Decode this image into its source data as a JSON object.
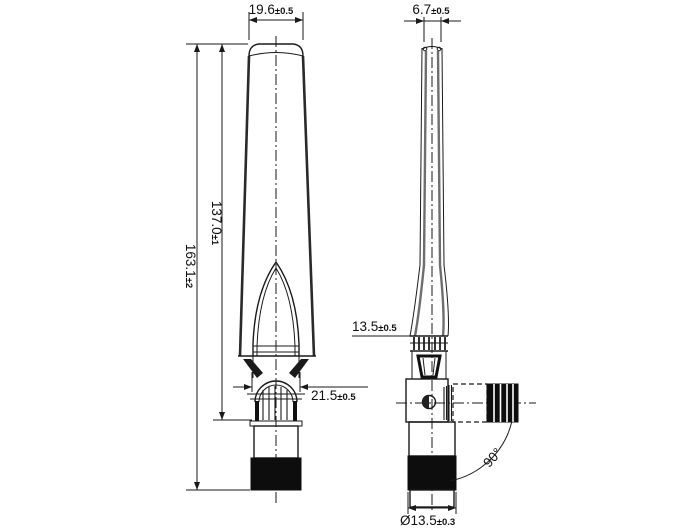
{
  "page": {
    "background": "#ffffff",
    "line_color": "#1a1a1a",
    "fill_color": "#0d0d0d",
    "description_type": "antenna dimensional drawing, two orthographic views"
  },
  "dims": {
    "body_width": {
      "value": "19.6",
      "tolerance": "±0.5"
    },
    "tip_width": {
      "value": "6.7",
      "tolerance": "±0.5"
    },
    "inner_length": {
      "value": "137.0",
      "tolerance": "±1"
    },
    "overall_length": {
      "value": "163.1",
      "tolerance": "±2"
    },
    "collar_width": {
      "value": "13.5",
      "tolerance": "±0.5"
    },
    "base_width": {
      "value": "21.5",
      "tolerance": "±0.5"
    },
    "connector_diameter": {
      "value": "Ø13.5",
      "tolerance": "±0.3"
    },
    "bend_angle": {
      "value": "90°"
    }
  }
}
